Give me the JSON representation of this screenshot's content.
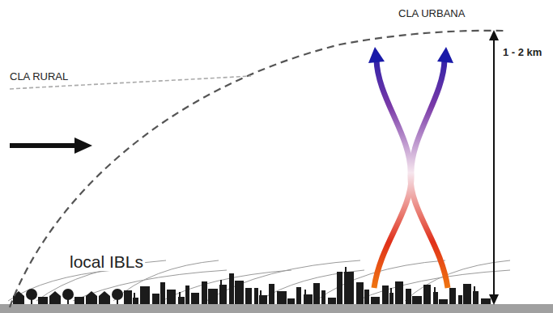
{
  "diagram": {
    "labels": [
      "CLA URBANA",
      "CLA RURAL",
      "1 - 2 km",
      "local IBLs"
    ]
  }
}
